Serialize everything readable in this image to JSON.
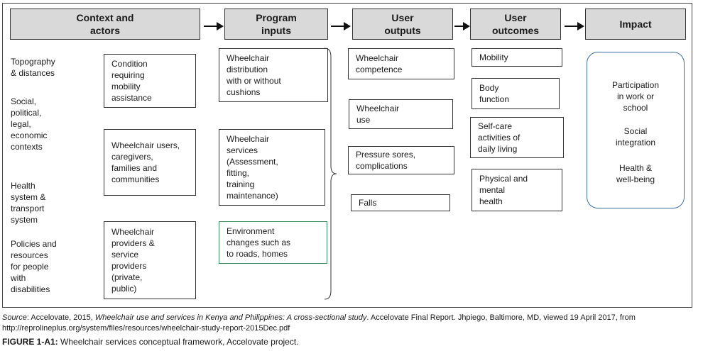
{
  "headers": {
    "context": "Context and\nactors",
    "inputs": "Program\ninputs",
    "outputs": "User\noutputs",
    "outcomes": "User\noutcomes",
    "impact": "Impact"
  },
  "context_factors": [
    "Topography\n& distances",
    "Social,\npolitical,\nlegal,\neconomic\ncontexts",
    "Health\nsystem &\ntransport\nsystem",
    "Policies and\nresources\nfor people\nwith\ndisabilities"
  ],
  "actors": [
    "Condition\nrequiring\nmobility\nassistance",
    "Wheelchair users,\ncaregivers,\nfamilies and\ncommunities",
    "Wheelchair\nproviders &\nservice\nproviders\n(private,\npublic)"
  ],
  "inputs": [
    "Wheelchair\ndistribution\nwith or without\ncushions",
    "Wheelchair\nservices\n(Assessment,\nfitting,\ntraining\nmaintenance)",
    "Environment\nchanges such as\nto roads, homes"
  ],
  "outputs": [
    "Wheelchair\ncompetence",
    "Wheelchair\nuse",
    "Pressure sores,\ncomplications",
    "Falls"
  ],
  "outcomes": [
    "Mobility",
    "Body\nfunction",
    "Self-care\nactivities of\ndaily living",
    "Physical and\nmental\nhealth"
  ],
  "impacts": [
    "Participation\nin work or\nschool",
    "Social\nintegration",
    "Health &\nwell-being"
  ],
  "source": {
    "label": "Source",
    "pre": ": Accelovate, 2015, ",
    "title": "Wheelchair use and services in Kenya and Philippines: A cross-sectional study",
    "post": ". Accelovate Final Report. Jhpiego, Baltimore, MD, viewed 19 April 2017, from http://reprolineplus.org/system/files/resources/wheelchair-study-report-2015Dec.pdf"
  },
  "figure": {
    "label": "FIGURE 1-A1:",
    "caption": " Wheelchair services conceptual framework, Accelovate project."
  }
}
